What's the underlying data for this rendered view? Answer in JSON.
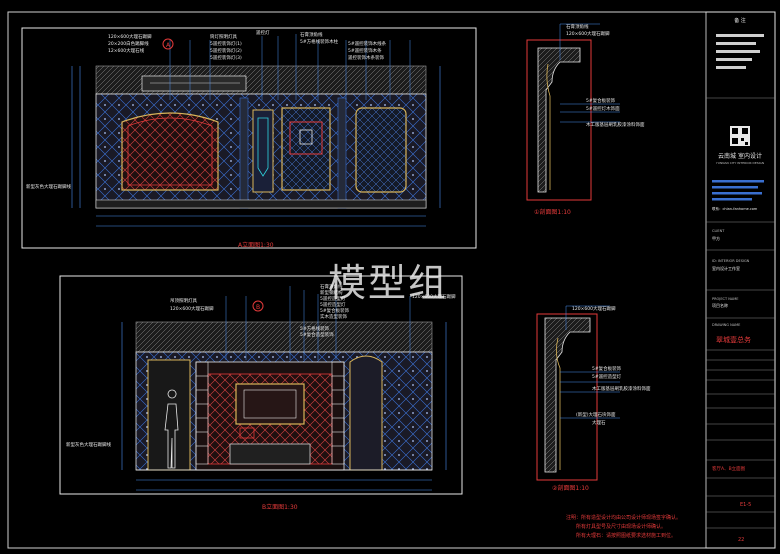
{
  "watermark": "模型组",
  "sheet": {
    "callout_a": "A",
    "callout_b": "B",
    "elev_a_title": "A立面图1:30",
    "elev_b_title": "B立面图1:30",
    "sect1_title": "①剖面图1:10",
    "sect2_title": "②剖面图1:10",
    "elev_a_side_note": "新型灰色大理石踢脚线",
    "elev_b_side_note": "新型灰色大理石踢脚线",
    "elev_a_notes_left": [
      "120×600大理石踢脚",
      "20×200白色踢脚线",
      "12×600大理石线"
    ],
    "elev_a_notes_mid": [
      "筒灯照明灯具",
      "5遥控装饰灯(1)",
      "5遥控装饰灯(2)",
      "5遥控装饰灯(3)",
      "遥控灯"
    ],
    "elev_a_notes_right": [
      "石膏顶角线",
      "5#方格线装饰木柱",
      "5#遥控装饰木线条",
      "5#遥控装饰木条",
      "遥控装饰木条装饰"
    ],
    "elev_b_notes_left": [
      "吊顶照明灯具",
      "120×600大理石踢脚"
    ],
    "elev_b_notes_mid": [
      "石膏顶角线",
      "新型钢结构",
      "5遥控造型灯",
      "5遥控造型灯",
      "5#复合板装饰",
      "实木造型装饰",
      "5#方格线装饰",
      "5#复合造型装饰"
    ],
    "elev_b_notes_right": [
      "120×600大理石踢脚"
    ],
    "sect1_notes": [
      "石膏顶角线",
      "120×600大理石踢脚",
      "5#复合板装饰",
      "5#遥控灯木饰面",
      "木工版基层刷乳胶漆涂料饰面"
    ],
    "sect2_notes": [
      "120×600大理石踢脚",
      "5#复合板装饰",
      "5#遥控造型灯",
      "木工版基层刷乳胶漆涂料饰面",
      "(新型)大理石块饰面",
      "大理石"
    ],
    "bottom_note_1": "注明：所有造型设计均由公司设计师现场签字确认。",
    "bottom_note_2": "所有灯具型号及尺寸由现场设计师确认。",
    "bottom_note_3": "所有大理石：请按照图纸要求选材施工到位。"
  },
  "titleblock": {
    "header": "备 注",
    "company": "云南城 室内设计",
    "company_sub": "YUNNAN CITY INTERIOR DESIGN",
    "contact": "联系：chian-fanhome.com",
    "client_label": "CLIENT",
    "client_value": "甲方",
    "design_label": "ID: INTERIOR DESIGN",
    "design_value": "室内设计工作室",
    "project_label": "PROJECT NAME",
    "project_value": "项目名称",
    "drawing_label": "DRAWING NAME",
    "project_title": "翠城壹总务",
    "drawing_name": "客厅A、B立面图",
    "sheet_no": "E1-5",
    "page_no": "22"
  },
  "colors": {
    "background": "#000000",
    "frame": "#e8e8e8",
    "wall": "#3a6fd0",
    "panel": "#1c4fa8",
    "molding": "#d8b45a",
    "cyan": "#2fd6e0",
    "red": "#e43a3a",
    "magenta": "#c43ec6",
    "green": "#3fd05a",
    "yellow": "#e8d84a",
    "dim_blue": "#4a8ef0"
  }
}
